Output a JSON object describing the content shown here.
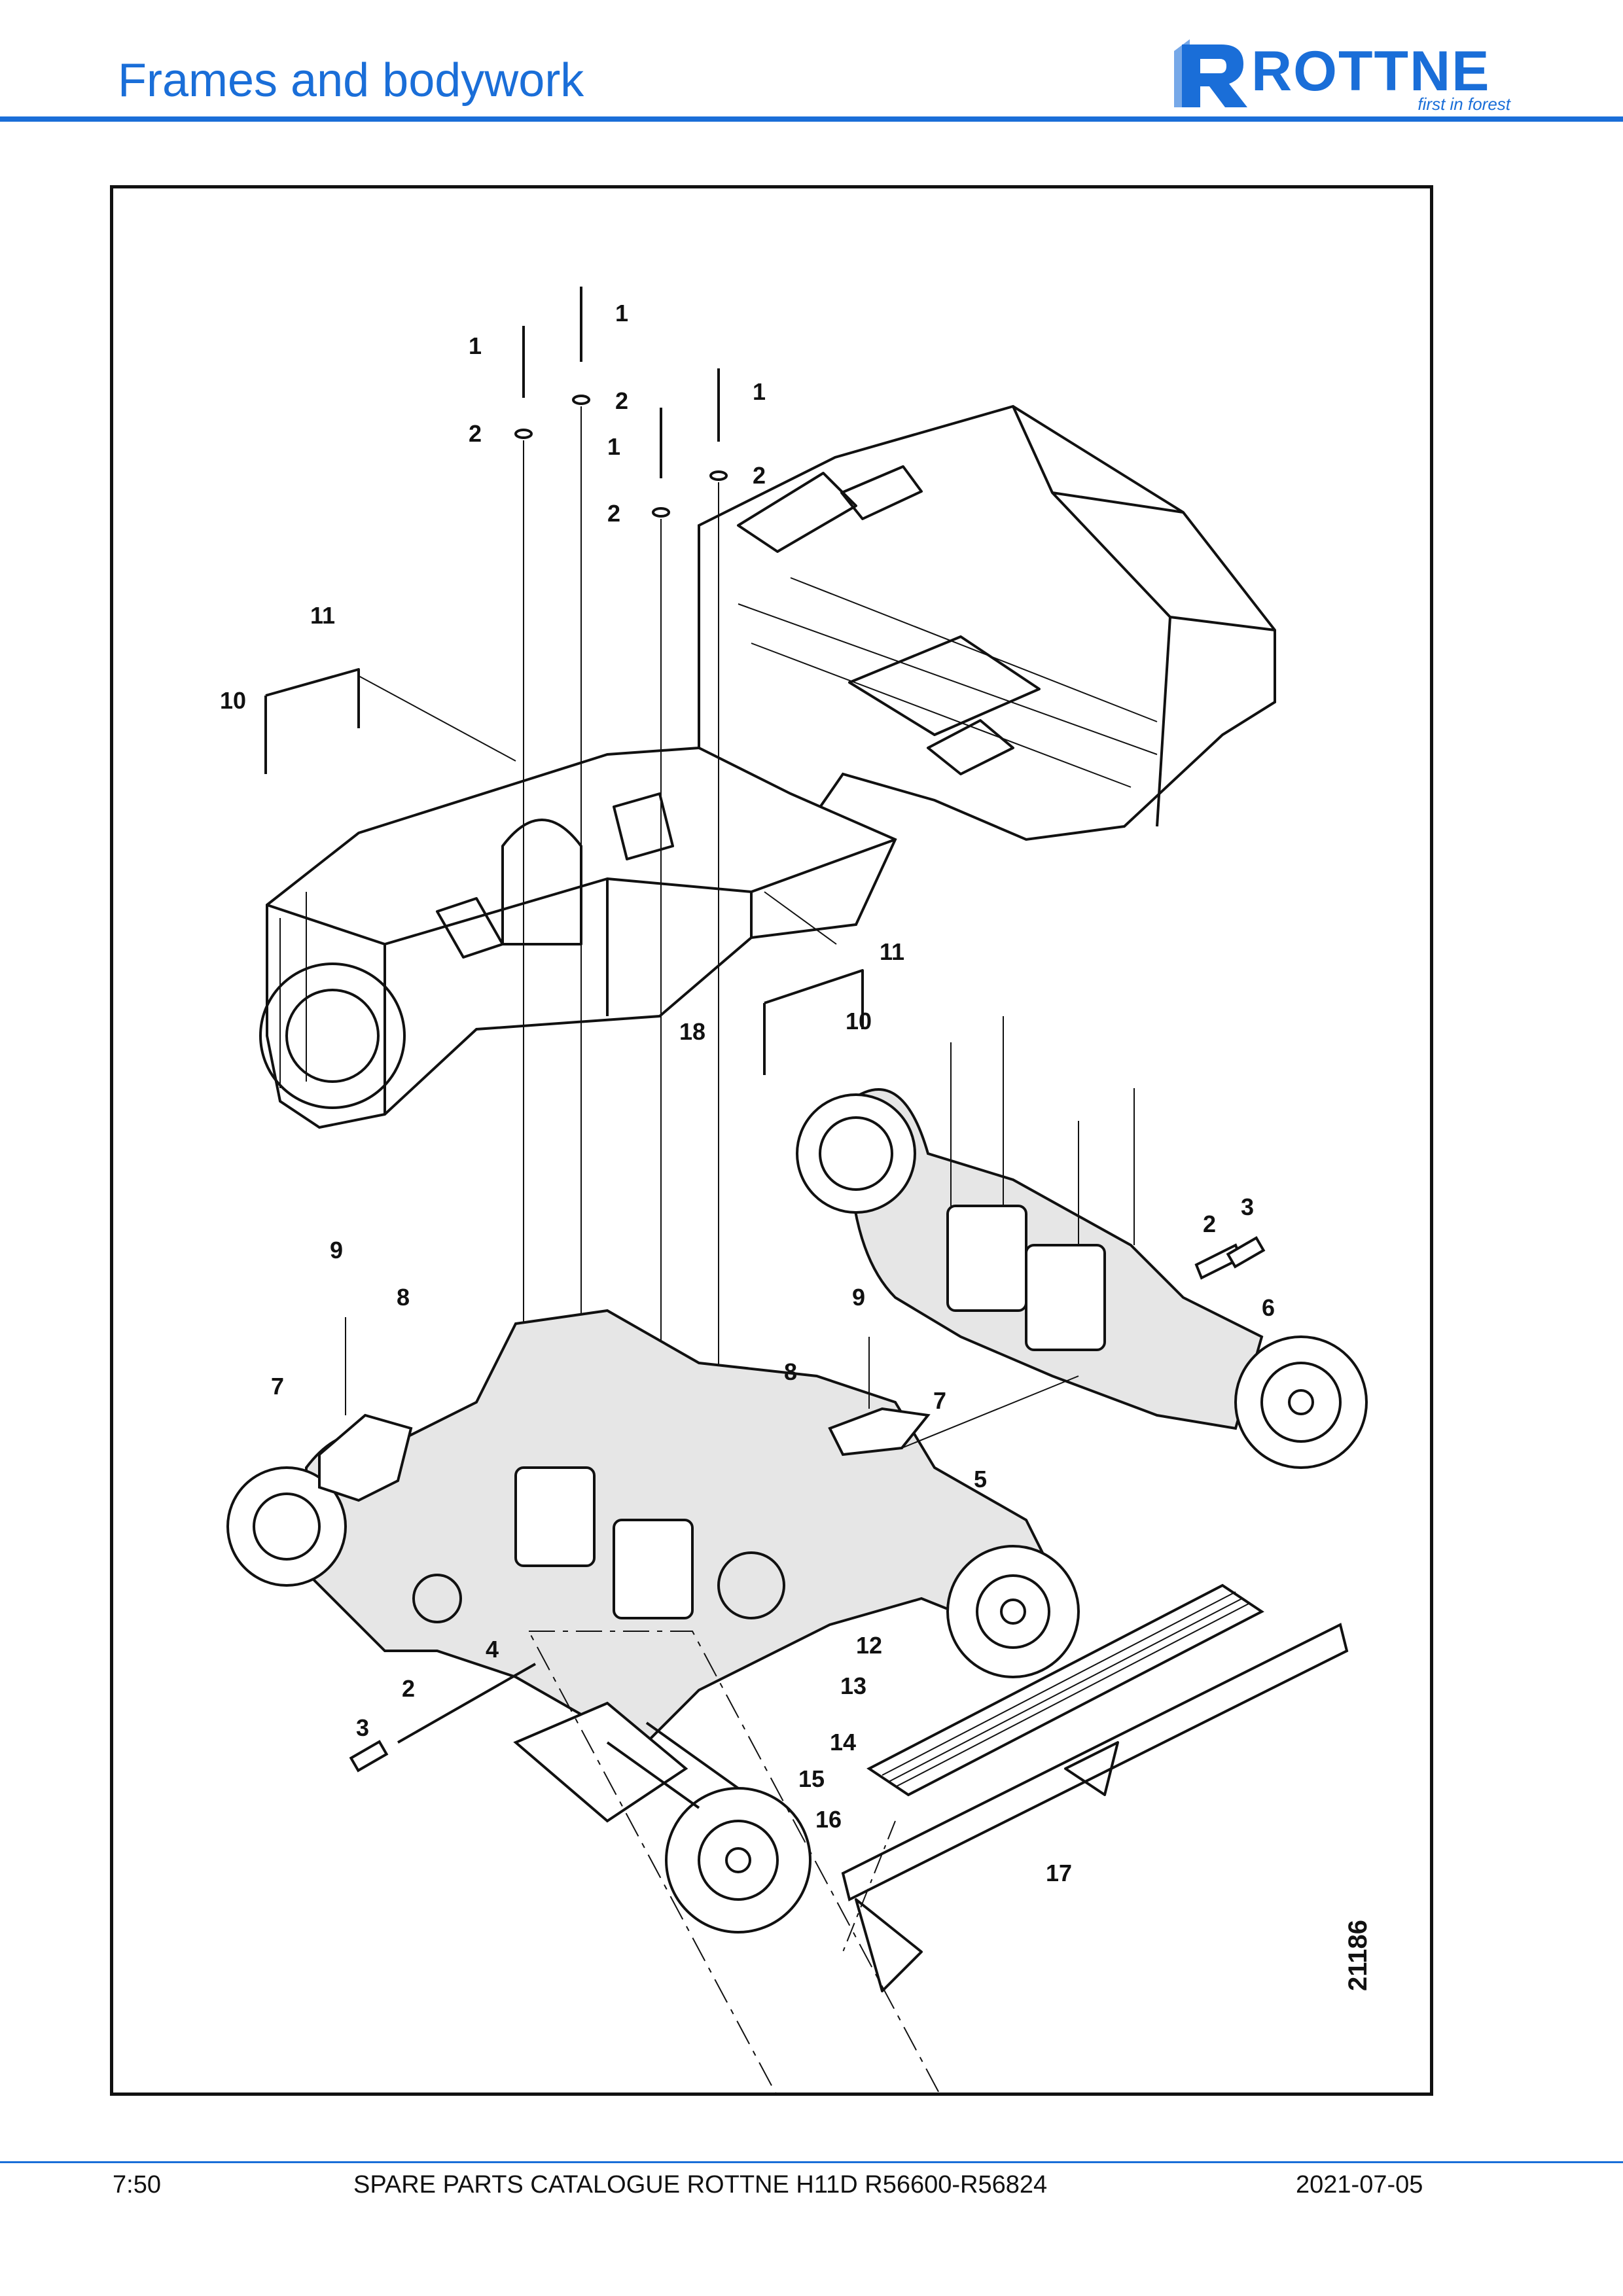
{
  "header": {
    "title": "Frames and bodywork",
    "logo": {
      "brand": "ROTTNE",
      "tagline": "first in forest",
      "color": "#1a6ed8"
    }
  },
  "figure": {
    "reference_number": "21186",
    "callouts": [
      {
        "id": "c1a",
        "label": "1"
      },
      {
        "id": "c1b",
        "label": "1"
      },
      {
        "id": "c1c",
        "label": "1"
      },
      {
        "id": "c1d",
        "label": "1"
      },
      {
        "id": "c2a",
        "label": "2"
      },
      {
        "id": "c2b",
        "label": "2"
      },
      {
        "id": "c2c",
        "label": "2"
      },
      {
        "id": "c2d",
        "label": "2"
      },
      {
        "id": "c2e",
        "label": "2"
      },
      {
        "id": "c2f",
        "label": "2"
      },
      {
        "id": "c3a",
        "label": "3"
      },
      {
        "id": "c3b",
        "label": "3"
      },
      {
        "id": "c4",
        "label": "4"
      },
      {
        "id": "c5",
        "label": "5"
      },
      {
        "id": "c6",
        "label": "6"
      },
      {
        "id": "c7a",
        "label": "7"
      },
      {
        "id": "c7b",
        "label": "7"
      },
      {
        "id": "c8a",
        "label": "8"
      },
      {
        "id": "c8b",
        "label": "8"
      },
      {
        "id": "c9a",
        "label": "9"
      },
      {
        "id": "c9b",
        "label": "9"
      },
      {
        "id": "c10a",
        "label": "10"
      },
      {
        "id": "c10b",
        "label": "10"
      },
      {
        "id": "c11a",
        "label": "11"
      },
      {
        "id": "c11b",
        "label": "11"
      },
      {
        "id": "c12",
        "label": "12"
      },
      {
        "id": "c13",
        "label": "13"
      },
      {
        "id": "c14",
        "label": "14"
      },
      {
        "id": "c15",
        "label": "15"
      },
      {
        "id": "c16",
        "label": "16"
      },
      {
        "id": "c17",
        "label": "17"
      },
      {
        "id": "c18",
        "label": "18"
      }
    ]
  },
  "footer": {
    "page": "7:50",
    "catalogue": "SPARE PARTS CATALOGUE ROTTNE H11D R56600-R56824",
    "date": "2021-07-05"
  },
  "colors": {
    "accent": "#1a6ed8",
    "ink": "#111111"
  }
}
